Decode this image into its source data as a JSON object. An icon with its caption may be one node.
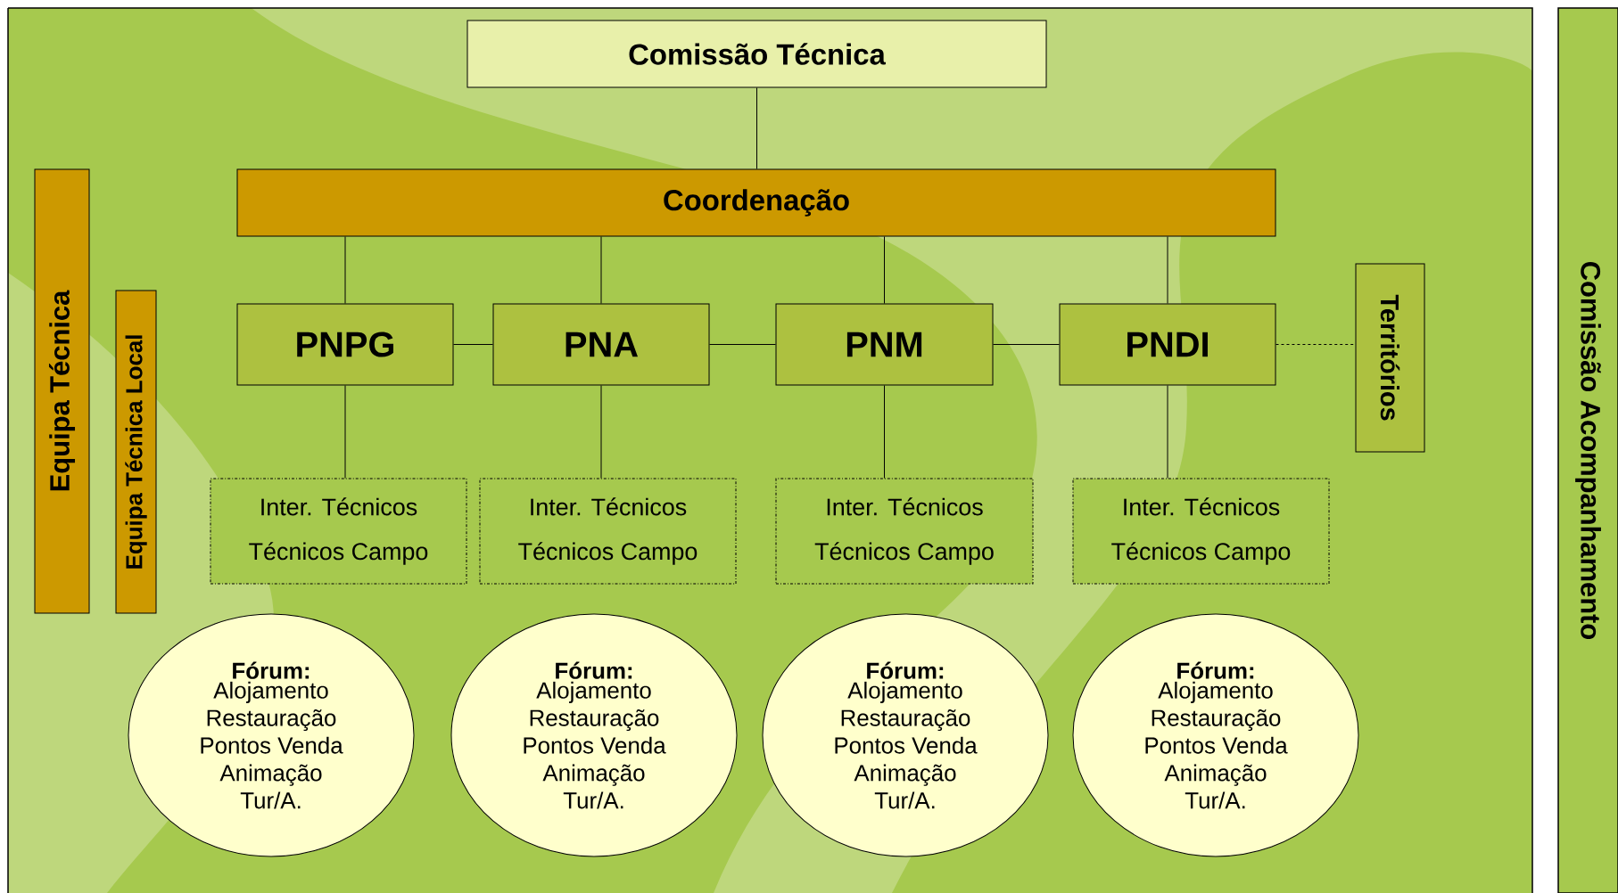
{
  "diagram": {
    "nodes": [
      {
        "text": [
          "Comissão Técnica"
        ]
      },
      {
        "text": [
          "Coordenação"
        ]
      },
      {
        "text": [
          "PNPG"
        ]
      },
      {
        "text": [
          "PNA"
        ]
      },
      {
        "text": [
          "PNM"
        ]
      },
      {
        "text": [
          "PNDI"
        ]
      },
      {
        "text": [
          "Territórios"
        ]
      },
      {
        "text": [
          "Inter. Técnicos",
          "Técnicos Campo"
        ]
      },
      {
        "text": [
          "Inter. Técnicos",
          "Técnicos Campo"
        ]
      },
      {
        "text": [
          "Inter. Técnicos",
          "Técnicos Campo"
        ]
      },
      {
        "text": [
          "Inter. Técnicos",
          "Técnicos Campo"
        ]
      },
      {
        "text": [
          "Fórum:",
          "Alojamento Restauração Pontos Venda Animação Tur/A."
        ]
      },
      {
        "text": [
          "Fórum:",
          "Alojamento Restauração Pontos Venda Animação Tur/A."
        ]
      },
      {
        "text": [
          "Fórum:",
          "Alojamento Restauração Pontos Venda Animação Tur/A."
        ]
      },
      {
        "text": [
          "Fórum:",
          "Alojamento Restauração Pontos Venda Animação Tur/A."
        ]
      },
      {
        "text": [
          "Equipa Técnica"
        ]
      },
      {
        "text": [
          "Equipa Técnica Local"
        ]
      },
      {
        "text": [
          "Comissão Acompanhamento"
        ]
      }
    ],
    "edges": [
      {
        "from": 0,
        "to": 1,
        "arrow": "none"
      },
      {
        "from": 1,
        "to": 2,
        "arrow": "none"
      },
      {
        "from": 1,
        "to": 3,
        "arrow": "none"
      },
      {
        "from": 1,
        "to": 4,
        "arrow": "none"
      },
      {
        "from": 1,
        "to": 5,
        "arrow": "none"
      },
      {
        "from": 2,
        "to": 3,
        "arrow": "none"
      },
      {
        "from": 3,
        "to": 4,
        "arrow": "none"
      },
      {
        "from": 4,
        "to": 5,
        "arrow": "none"
      },
      {
        "from": 5,
        "to": 6,
        "arrow": "none",
        "style": "dashed"
      },
      {
        "from": 2,
        "to": 7,
        "arrow": "none"
      },
      {
        "from": 3,
        "to": 8,
        "arrow": "none"
      },
      {
        "from": 4,
        "to": 9,
        "arrow": "none"
      },
      {
        "from": 5,
        "to": 10,
        "arrow": "none"
      }
    ]
  }
}
